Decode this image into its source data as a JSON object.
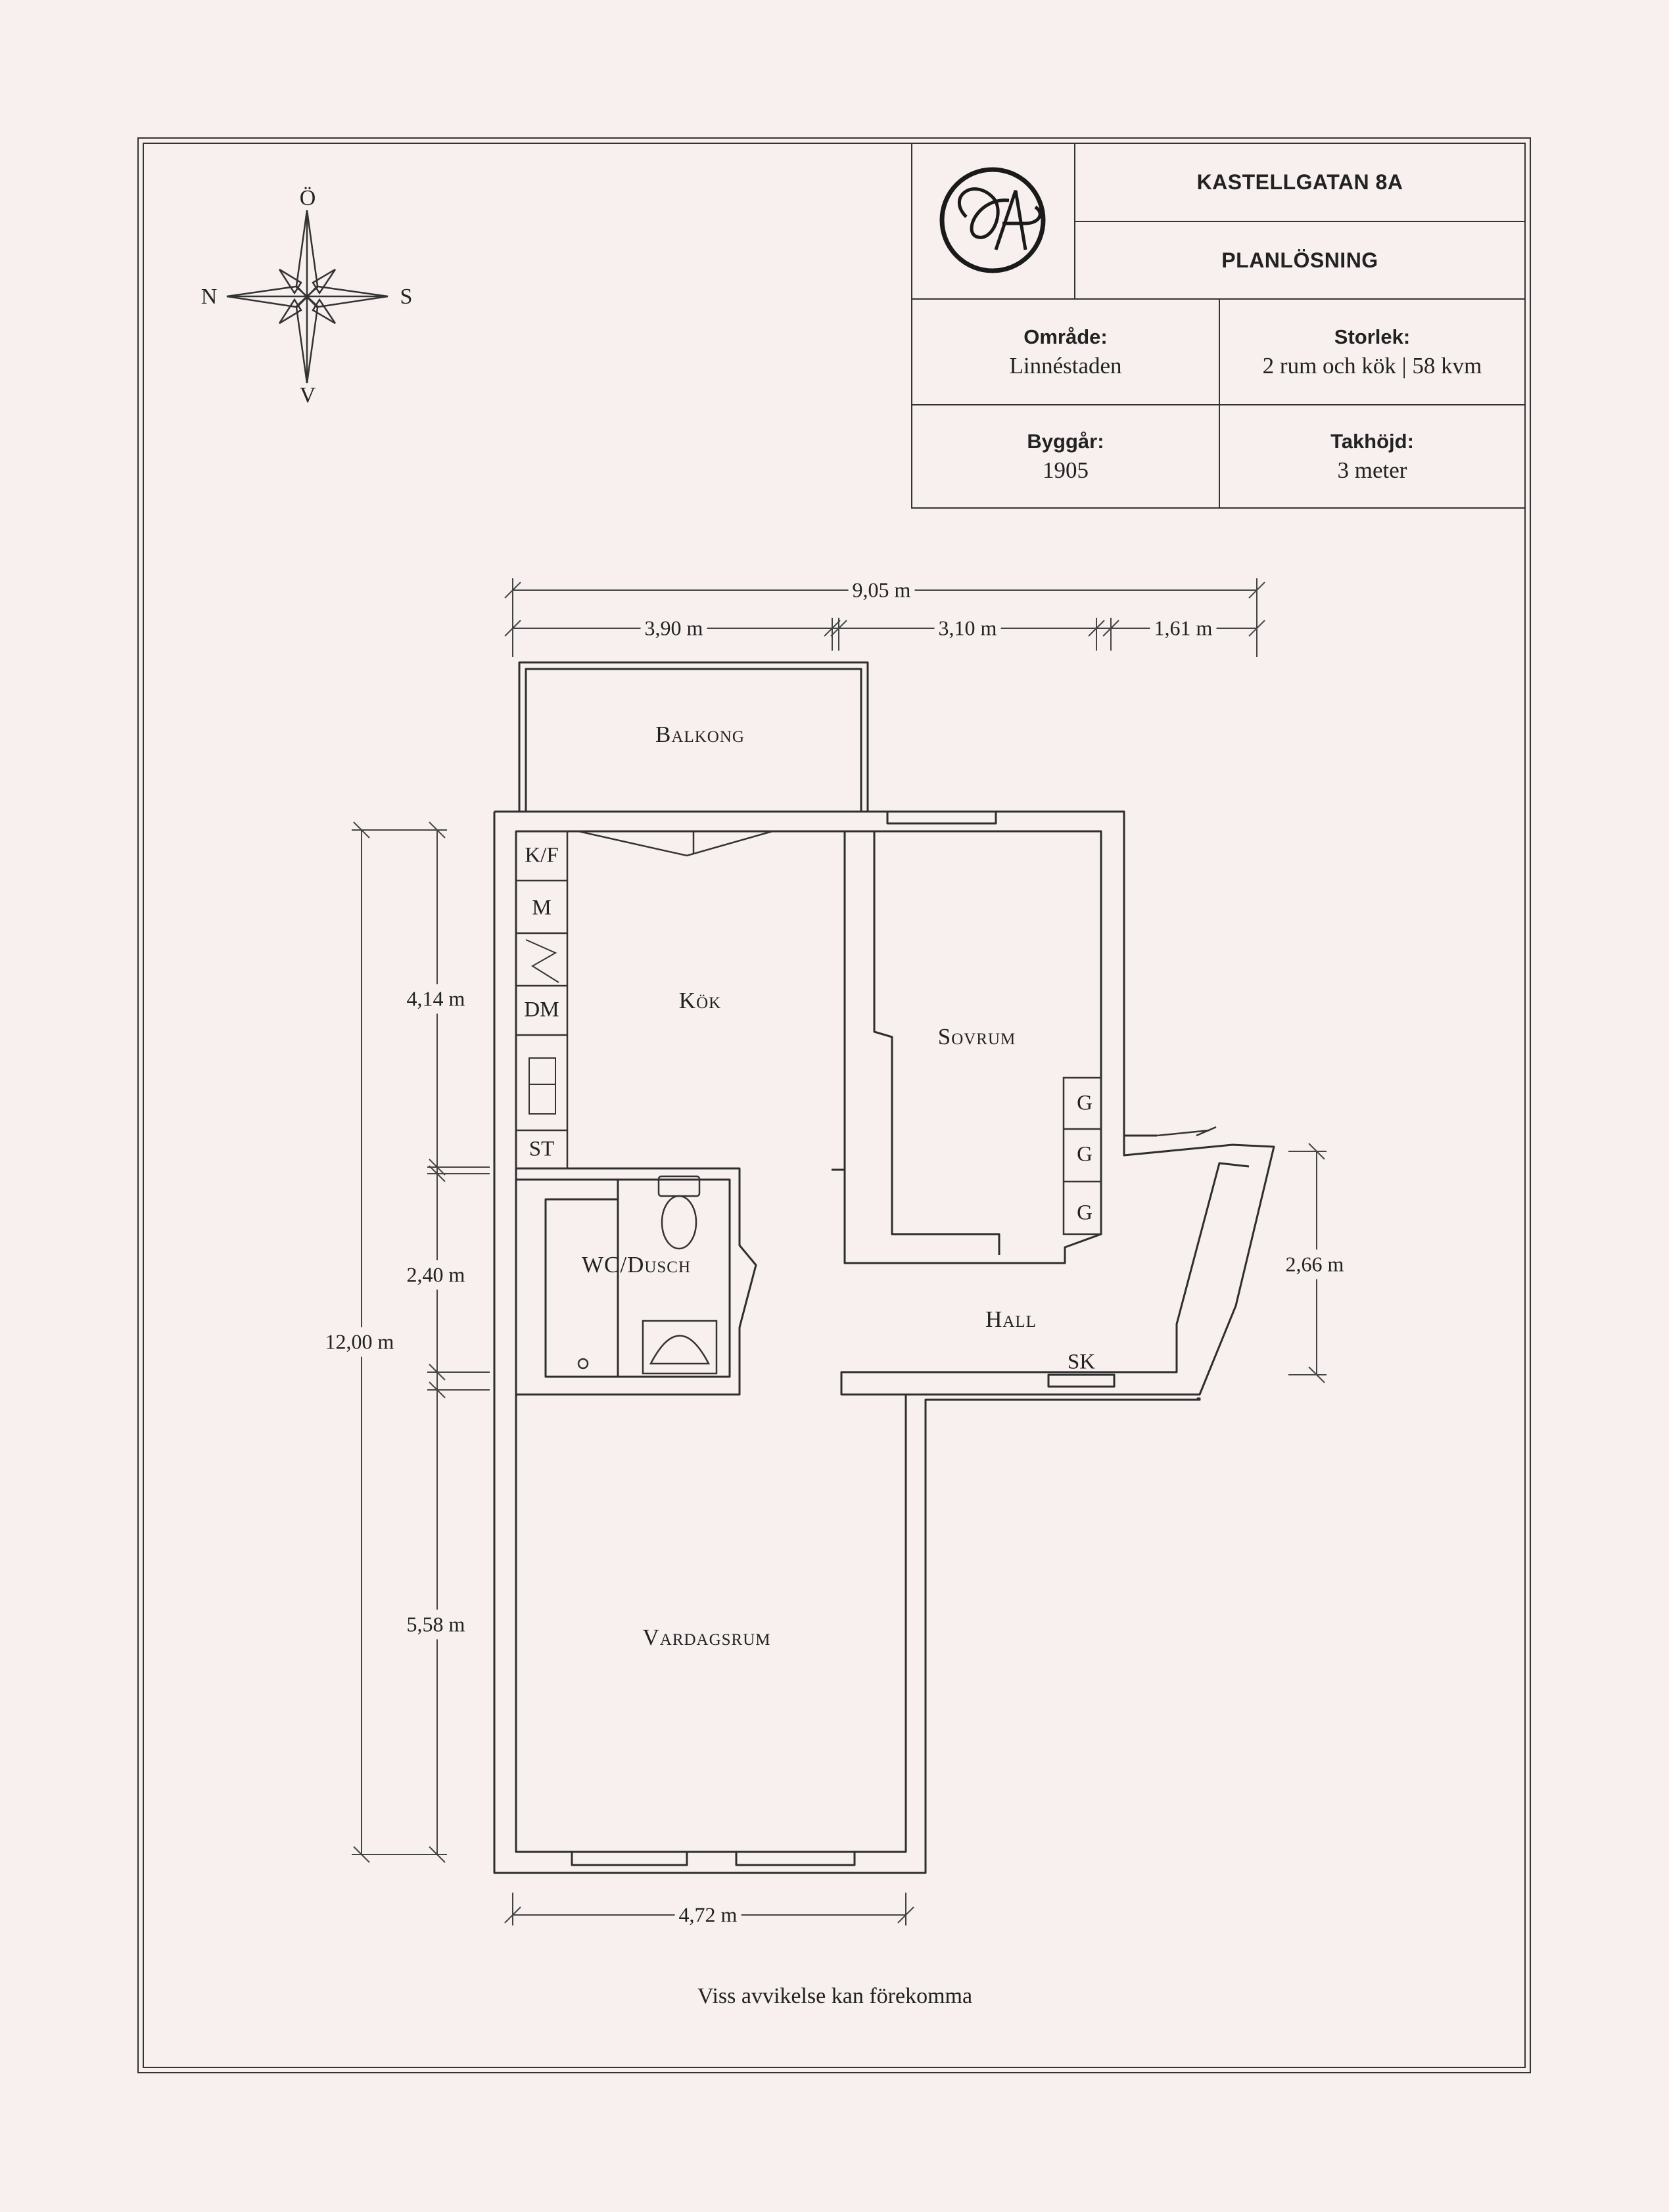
{
  "title_block": {
    "address": "KASTELLGATAN 8A",
    "subtitle": "PLANLÖSNING",
    "area_label": "Område:",
    "area_value": "Linnéstaden",
    "size_label": "Storlek:",
    "size_value": "2 rum och kök | 58 kvm",
    "year_label": "Byggår:",
    "year_value": "1905",
    "height_label": "Takhöjd:",
    "height_value": "3 meter"
  },
  "compass": {
    "north": "Ö",
    "west": "N",
    "east": "S",
    "south": "V"
  },
  "rooms": {
    "balcony": "Balkong",
    "kitchen": "Kök",
    "bedroom": "Sovrum",
    "bathroom": "WC/Dusch",
    "hall": "Hall",
    "living": "Vardagsrum"
  },
  "fixtures": {
    "fridge": "K/F",
    "microwave": "M",
    "dishwasher": "DM",
    "storage": "ST",
    "wardrobe": [
      "G",
      "G",
      "G"
    ],
    "closet": "SK"
  },
  "dimensions": {
    "total_width": "9,05 m",
    "width_a": "3,90 m",
    "width_b": "3,10 m",
    "width_c": "1,61 m",
    "total_height": "12,00 m",
    "height_kitchen": "4,14 m",
    "height_bath": "2,40 m",
    "height_living": "5,58 m",
    "height_hall": "2,66 m",
    "bottom_width": "4,72 m"
  },
  "footer": "Viss avvikelse kan förekomma",
  "colors": {
    "background": "#f7f0ee",
    "ink": "#222222",
    "wall": "#2e2e2e"
  }
}
